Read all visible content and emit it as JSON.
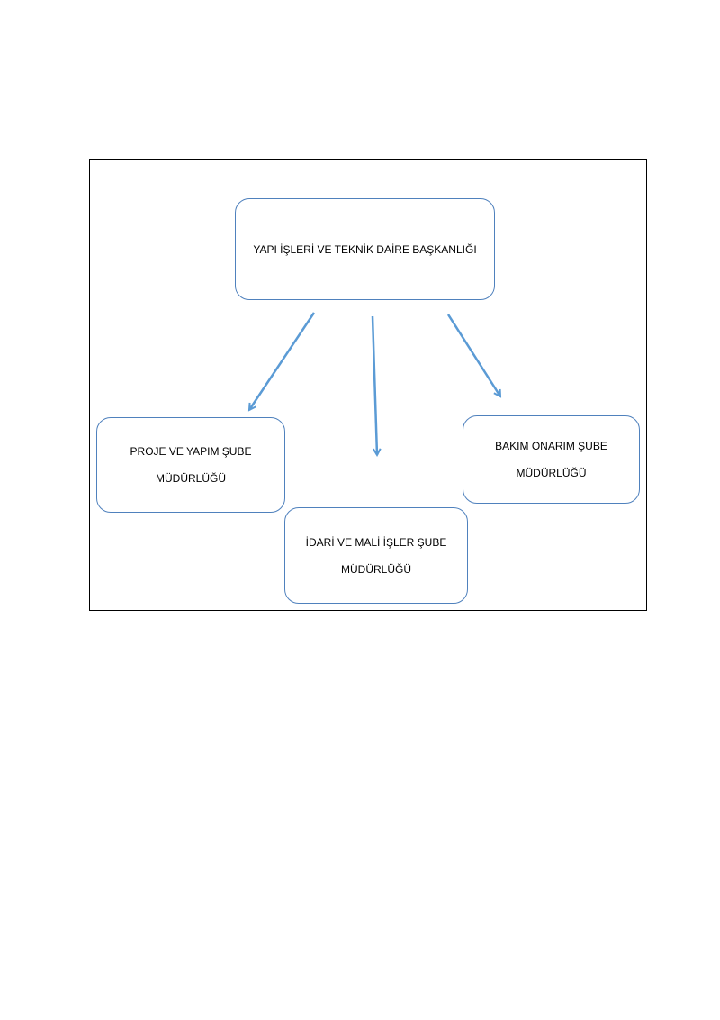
{
  "diagram": {
    "head": {
      "text": "YAPI İŞLERİ VE TEKNİK DAİRE BAŞKANLIĞI"
    },
    "children": [
      {
        "id": "proje",
        "lines": [
          "PROJE VE YAPIM ŞUBE",
          "MÜDÜRLÜĞÜ"
        ]
      },
      {
        "id": "idari",
        "lines": [
          "İDARİ VE MALİ İŞLER ŞUBE",
          "MÜDÜRLÜĞÜ"
        ]
      },
      {
        "id": "bakim",
        "lines": [
          "BAKIM ONARIM ŞUBE",
          "MÜDÜRLÜĞÜ"
        ]
      }
    ],
    "colors": {
      "node_border": "#4f81bd",
      "arrow": "#5b9bd5",
      "frame": "#000000"
    }
  }
}
